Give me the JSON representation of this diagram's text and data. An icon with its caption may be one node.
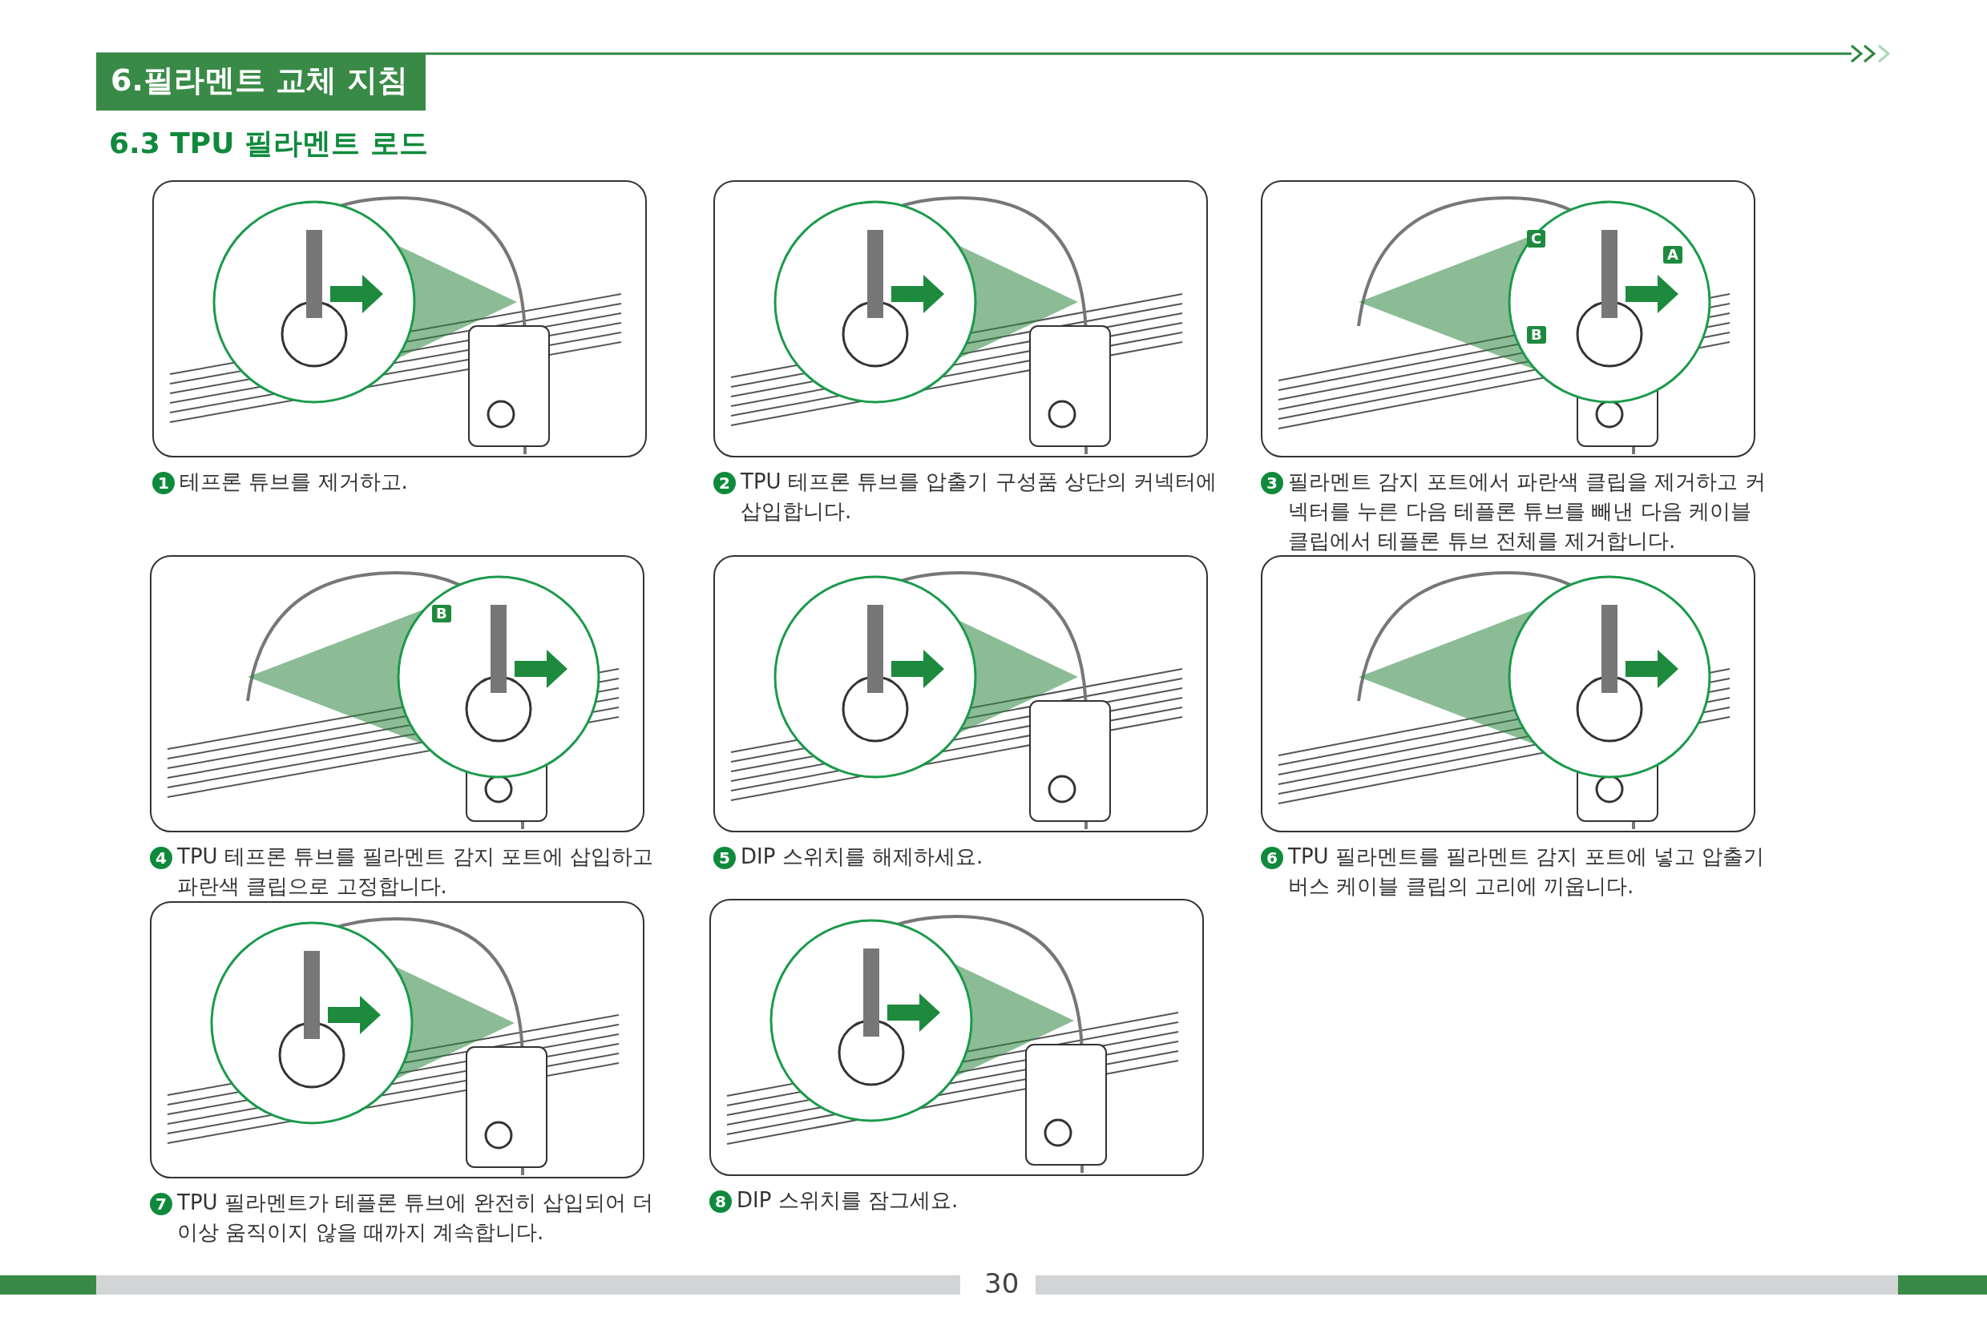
{
  "diagram": {
    "title": "6.필라멘트 교체 지침",
    "nodes": [
      {
        "text": [],
        "shape": "picture",
        "beside": [
          "1",
          "테프론 튜브를 제거하고."
        ]
      },
      {
        "text": [],
        "shape": "picture",
        "beside": [
          "2",
          "TPU 테프론 튜브를 압출기 구성품 상단의 커넥터에 삽입합니다."
        ]
      },
      {
        "text": [],
        "shape": "picture",
        "beside": [
          "3",
          "필라멘트 감지 포트에서 파란색 클립을 제거하고 커넥터를 누른 다음 테플론 튜브를 빼낸 다음 케이블 클립에서 테플론 튜브 전체를 제거합니다."
        ]
      },
      {
        "text": [],
        "shape": "picture",
        "beside": [
          "4",
          "TPU 테프론 튜브를 필라멘트 감지 포트에 삽입하고 파란색 클립으로 고정합니다."
        ]
      },
      {
        "text": [],
        "shape": "picture",
        "beside": [
          "5",
          "DIP 스위치를 해제하세요."
        ]
      },
      {
        "text": [],
        "shape": "picture",
        "beside": [
          "6",
          "TPU 필라멘트를 필라멘트 감지 포트에 넣고 압출기 버스 케이블 클립의 고리에 끼웁니다."
        ]
      },
      {
        "text": [],
        "shape": "picture",
        "beside": [
          "7",
          "TPU 필라멘트가 테플론 튜브에 완전히 삽입되어 더 이상 움직이지 않을 때까지 계속합니다."
        ]
      },
      {
        "text": [],
        "shape": "picture",
        "beside": [
          "8",
          "DIP 스위치를 잠그세요."
        ]
      }
    ],
    "labels": [
      "6.3 TPU 필라멘트 로드",
      "C",
      "B",
      "A",
      "B",
      "30"
    ]
  }
}
